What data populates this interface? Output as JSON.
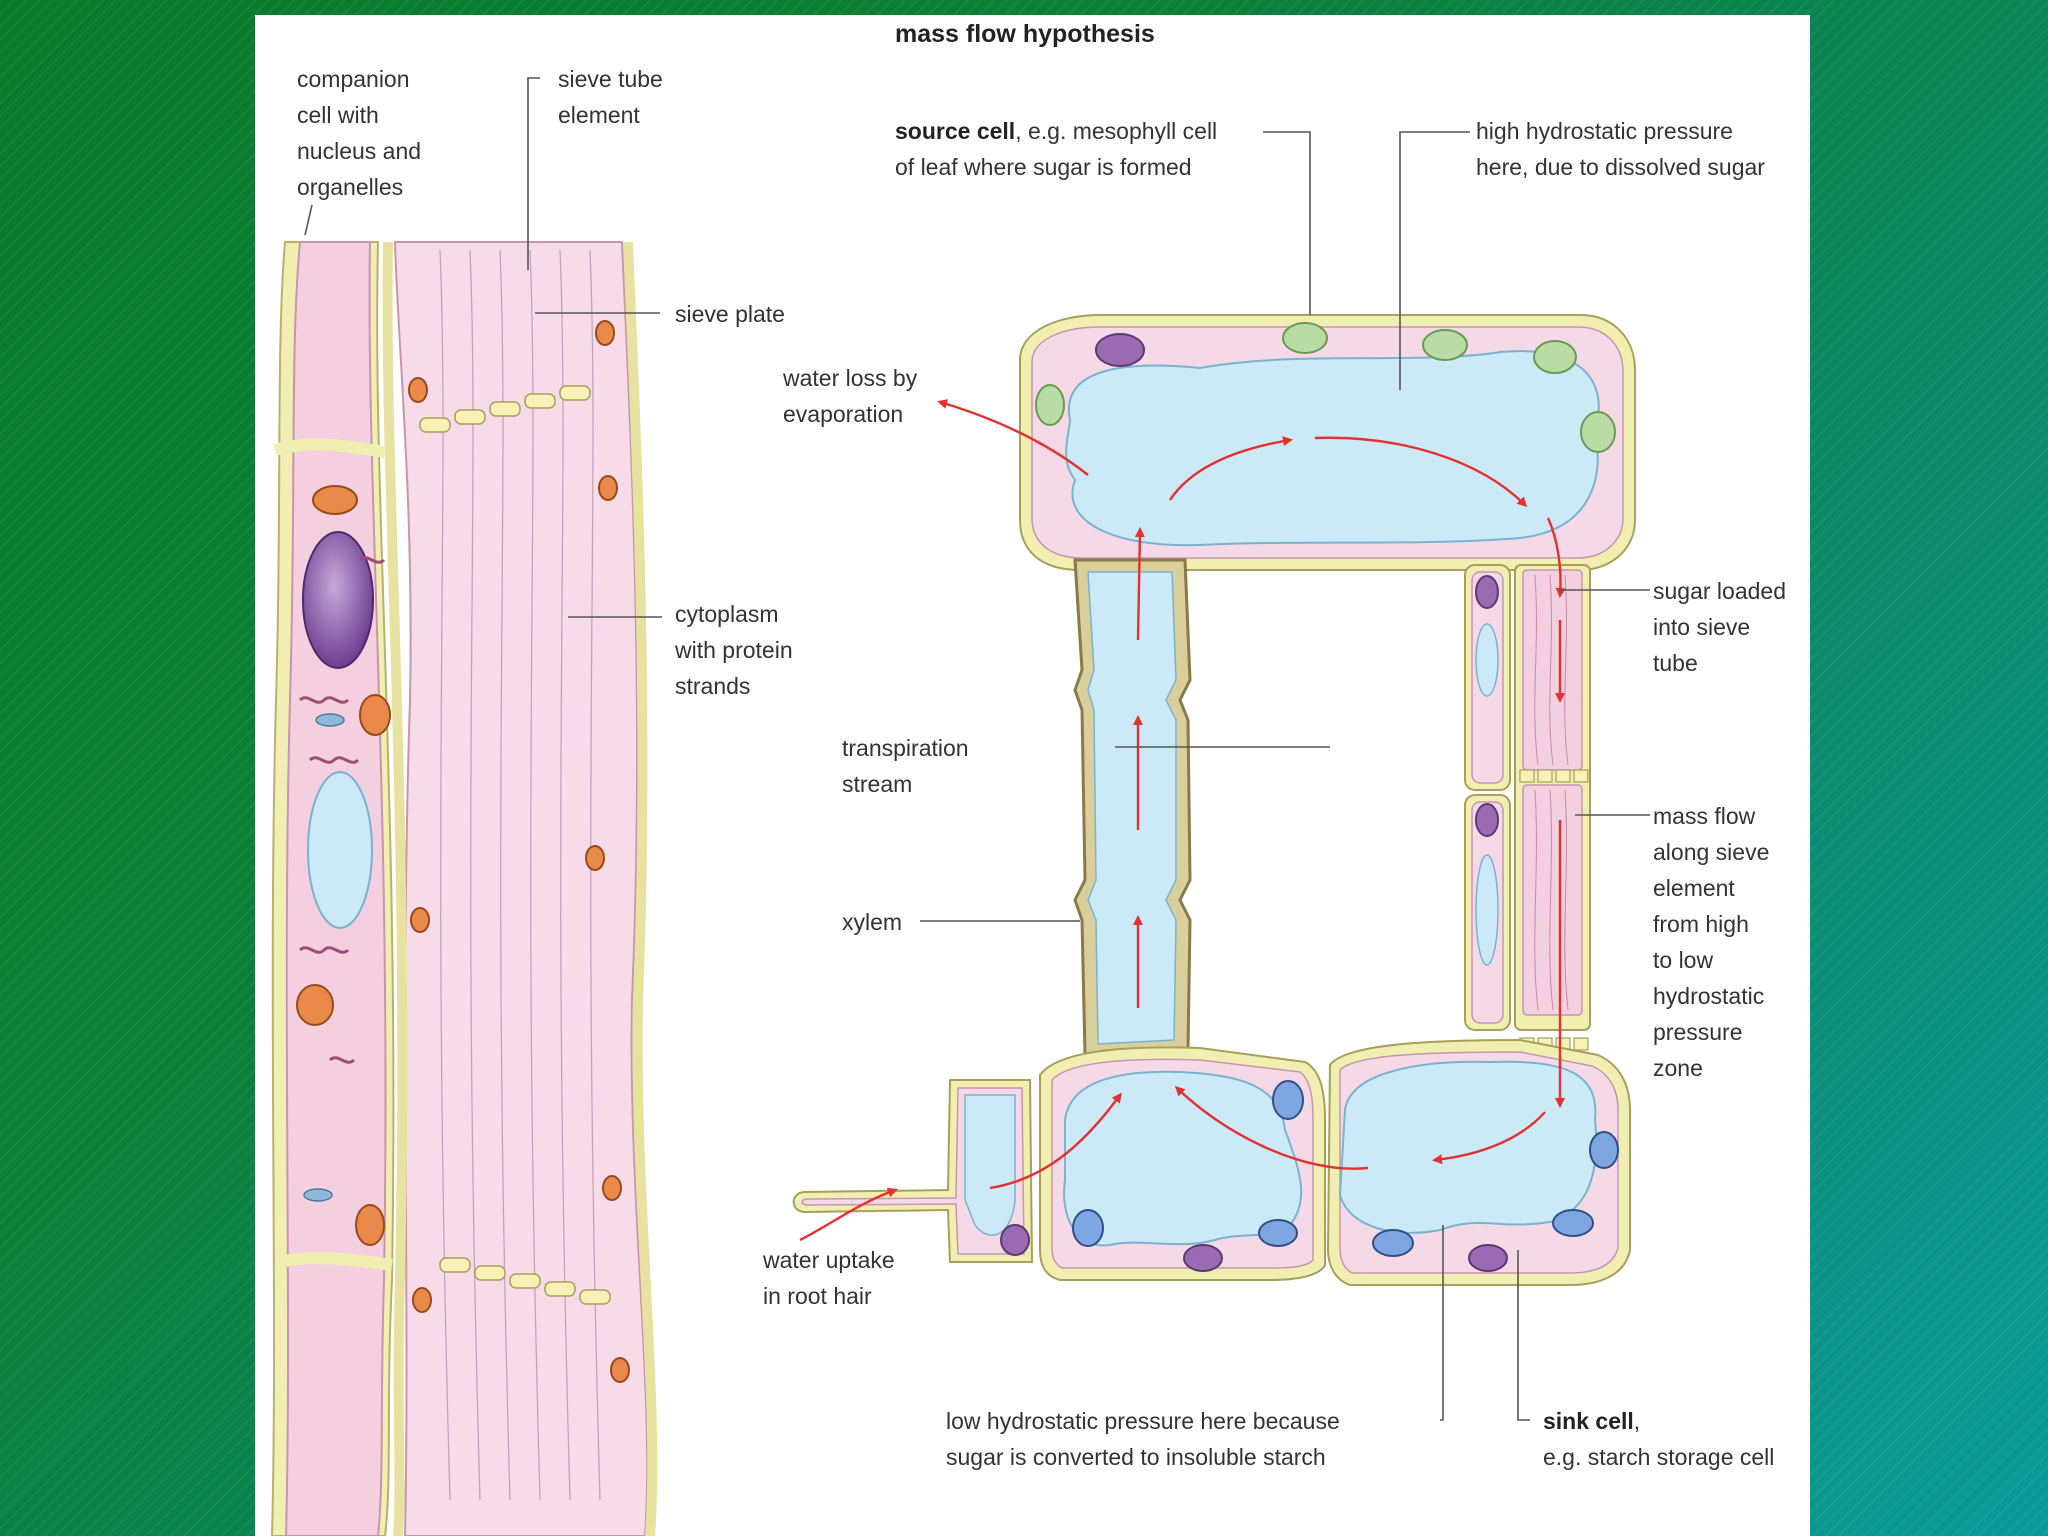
{
  "title": "mass flow hypothesis",
  "labels": {
    "companion_cell": [
      "companion",
      "cell with",
      "nucleus and",
      "organelles"
    ],
    "sieve_tube_element": [
      "sieve tube",
      "element"
    ],
    "sieve_plate": "sieve plate",
    "cytoplasm": [
      "cytoplasm",
      "with protein",
      "strands"
    ],
    "source_cell_bold": "source cell",
    "source_cell_rest1": ", e.g. mesophyll cell",
    "source_cell_line2": "of leaf where sugar is formed",
    "high_pressure": [
      "high hydrostatic pressure",
      "here, due to dissolved sugar"
    ],
    "water_loss": [
      "water loss by",
      "evaporation"
    ],
    "sugar_loaded": [
      "sugar loaded",
      "into sieve",
      "tube"
    ],
    "transpiration": [
      "transpiration",
      "stream"
    ],
    "xylem": "xylem",
    "mass_flow": [
      "mass flow",
      "along sieve",
      "element",
      "from high",
      "to low",
      "hydrostatic",
      "pressure",
      "zone"
    ],
    "water_uptake": [
      "water uptake",
      "in root hair"
    ],
    "low_pressure": [
      "low hydrostatic pressure here because",
      "sugar is converted to insoluble starch"
    ],
    "sink_cell_bold": "sink cell",
    "sink_cell_rest": ",",
    "sink_cell_line2": "e.g. starch storage cell"
  },
  "colors": {
    "cell_wall": "#f1eeb2",
    "cytoplasm": "#f6d9e6",
    "vacuole": "#cbe9f7",
    "arrow": "#e53030",
    "chloroplast": "#b9dba6",
    "purple_organelle": "#9a6ab2",
    "blue_organelle": "#7ea6e0"
  }
}
